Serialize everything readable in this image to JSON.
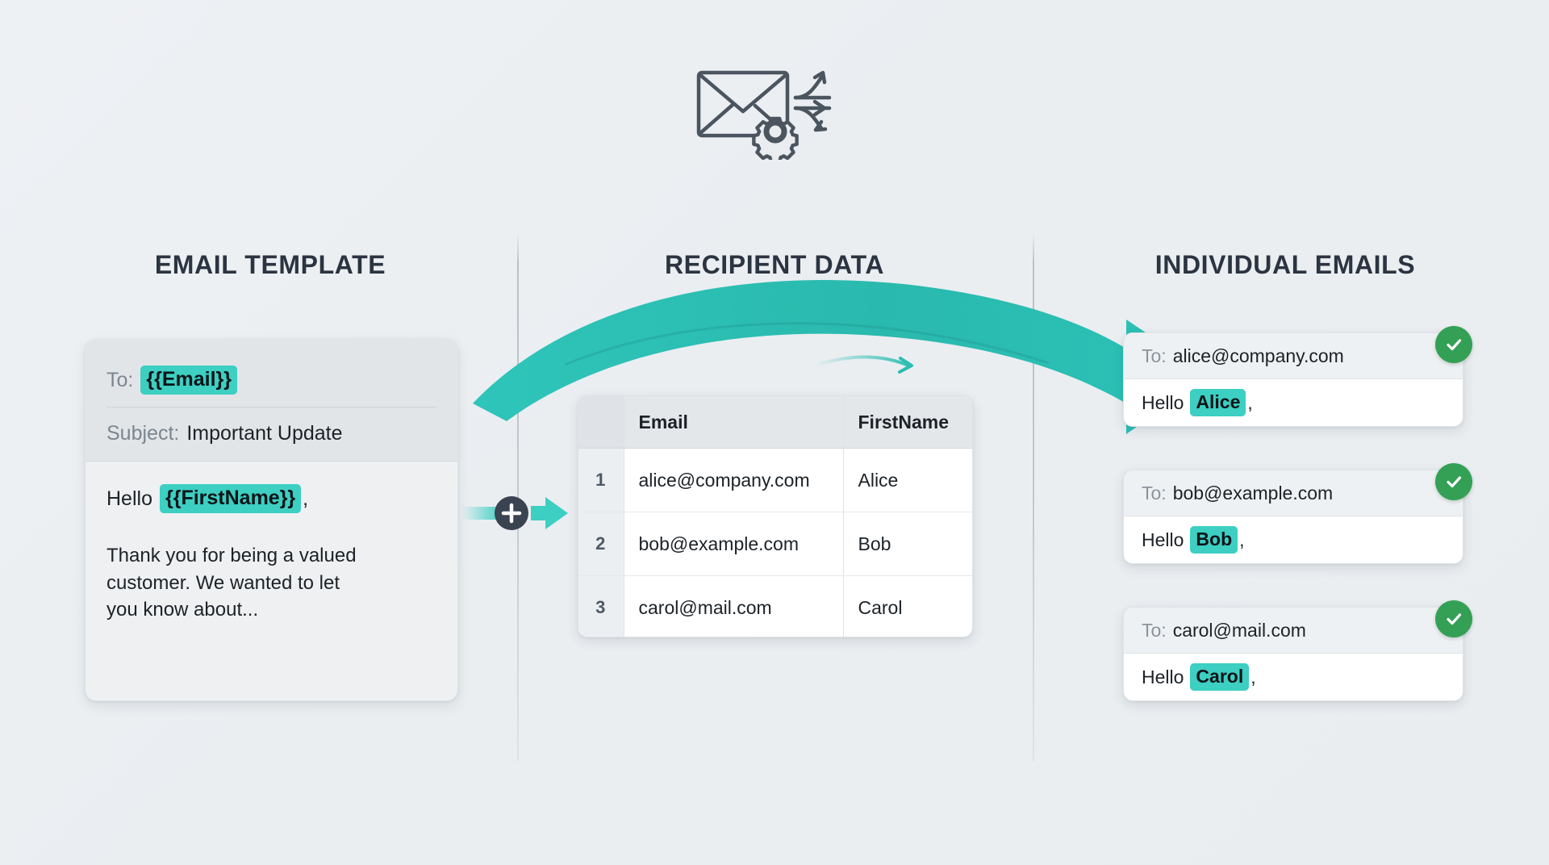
{
  "hero": {
    "icon": "envelope-gear-arrows-icon"
  },
  "columns": {
    "template_title": "EMAIL TEMPLATE",
    "data_title": "RECIPIENT DATA",
    "output_title": "INDIVIDUAL EMAILS"
  },
  "template_card": {
    "to_label": "To:",
    "to_token": "{{Email}}",
    "subject_label": "Subject:",
    "subject_value": "Important Update",
    "greeting_prefix": "Hello",
    "greeting_token": "{{FirstName}}",
    "greeting_suffix": ",",
    "body_paragraph": "Thank you for being a valued customer. We wanted to let you know about..."
  },
  "connector": {
    "plus_label": "+",
    "icon": "plus-circle-icon"
  },
  "recipient_table": {
    "row_number_header": "",
    "headers": [
      "Email",
      "FirstName"
    ],
    "rows": [
      {
        "num": "1",
        "email": "alice@company.com",
        "first_name": "Alice"
      },
      {
        "num": "2",
        "email": "bob@example.com",
        "first_name": "Bob"
      },
      {
        "num": "3",
        "email": "carol@mail.com",
        "first_name": "Carol"
      }
    ]
  },
  "output_emails": [
    {
      "to_label": "To:",
      "to_value": "alice@company.com",
      "greeting_prefix": "Hello",
      "name": "Alice",
      "greeting_suffix": ",",
      "status": "sent"
    },
    {
      "to_label": "To:",
      "to_value": "bob@example.com",
      "greeting_prefix": "Hello",
      "name": "Bob",
      "greeting_suffix": ",",
      "status": "sent"
    },
    {
      "to_label": "To:",
      "to_value": "carol@mail.com",
      "greeting_prefix": "Hello",
      "name": "Carol",
      "greeting_suffix": ",",
      "status": "sent"
    }
  ],
  "colors": {
    "background": "#eceff2",
    "accent_teal": "#3ccfc2",
    "arrow_teal": "#2bbdb2",
    "success_green": "#34a055",
    "heading": "#2b3440",
    "plus_badge": "#3a4450",
    "card_white": "#ffffff",
    "muted_text": "#8b949c"
  }
}
